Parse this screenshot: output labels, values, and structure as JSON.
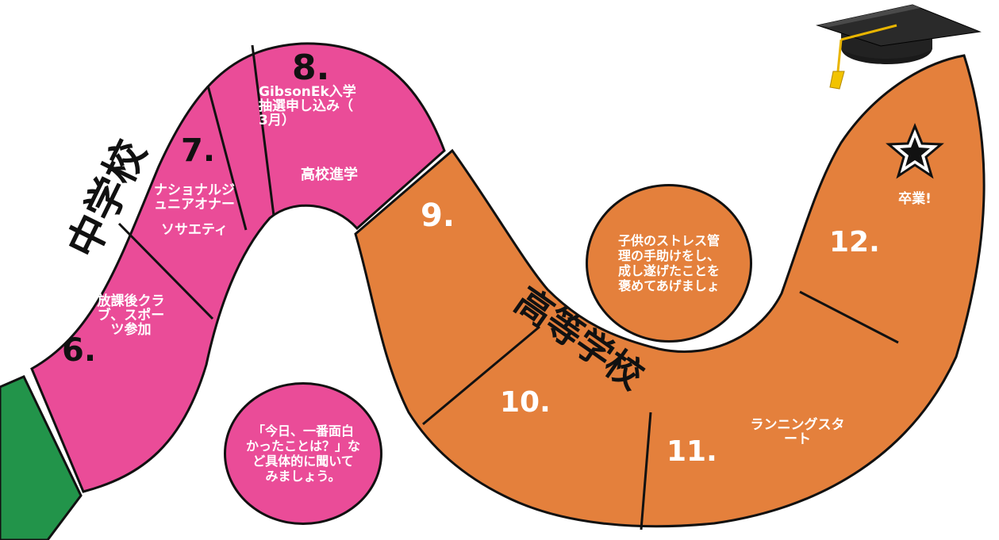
{
  "colors": {
    "pink": "#ea4c98",
    "orange": "#e4803c",
    "green": "#22944a",
    "outline": "#111111"
  },
  "sections": {
    "middle_school": "中学校",
    "high_school": "高等学校"
  },
  "steps": [
    {
      "number": "6.",
      "label": "放課後クラブ、スポーツ参加",
      "label_lines": [
        "放課後クラ",
        "ブ、スポー",
        "ツ参加"
      ]
    },
    {
      "number": "7.",
      "label": "ナショナルジュニアオナーソサエティ",
      "label_lines": [
        "ナショナルジ",
        "ュニアオナー",
        "ソサエティ"
      ]
    },
    {
      "number": "8.",
      "label": "GibsonEk入学抽選申し込み（3月）",
      "label_lines": [
        "GibsonEk入学",
        "抽選申し込み（",
        "3月）"
      ],
      "sublabel": "高校進学"
    },
    {
      "number": "9.",
      "label": ""
    },
    {
      "number": "10.",
      "label": ""
    },
    {
      "number": "11.",
      "label": "ランニングスタート",
      "label_lines": [
        "ランニングスタ",
        "ート"
      ]
    },
    {
      "number": "12.",
      "label": ""
    },
    {
      "number": "",
      "label": "卒業!"
    }
  ],
  "tips": [
    {
      "text": "「今日、一番面白かったことは？」など具体的に聞いてみましょう。",
      "lines": [
        "「今日、一番面白",
        "かったことは？」な",
        "ど具体的に聞いて",
        "みましょう。"
      ]
    },
    {
      "text": "子供のストレス管理の手助けをし、成し遂げたことを褒めてあげましょ",
      "lines": [
        "子供のストレス管",
        "理の手助けをし、",
        "成し遂げたことを",
        "褒めてあげましょ"
      ]
    }
  ],
  "icons": [
    "graduation-cap-icon",
    "star-icon"
  ]
}
